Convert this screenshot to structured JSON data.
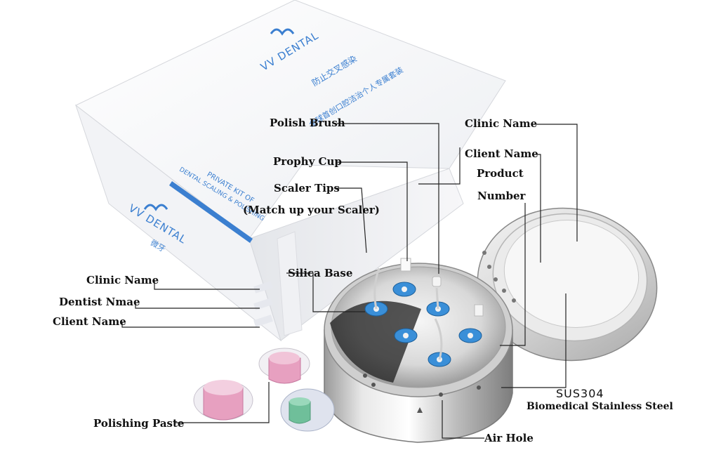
{
  "product": {
    "brand": "VV DENTAL",
    "brand_cn": "微牙",
    "box_line1": "PRIVATE KIT OF",
    "box_line2": "DENTAL SCALING & POLISHING",
    "box_cn1": "防止交叉感染",
    "box_cn2": "全球首创口腔洁治个人专属套装"
  },
  "labels": {
    "polish_brush": "Polish Brush",
    "prophy_cup": "Prophy Cup",
    "scaler_tips": "Scaler Tips",
    "scaler_match": "(Match up your Scaler)",
    "silica_base": "Silica Base",
    "clinic_name_left": "Clinic Name",
    "dentist_name": "Dentist Nmae",
    "client_name_left": "Client Name",
    "clinic_name_right": "Clinic Name",
    "client_name_right": "Client Name",
    "product": "Product",
    "number": "Number",
    "sus304": "SUS304",
    "stainless": "Biomedical Stainless Steel",
    "polishing_paste": "Polishing Paste",
    "air_hole": "Air Hole"
  },
  "colors": {
    "brand_blue": "#3b7fd0",
    "tip_blue": "#3a8fd8",
    "leader": "#222222",
    "pink": "#e7a0c0",
    "green": "#6fbf9a"
  }
}
